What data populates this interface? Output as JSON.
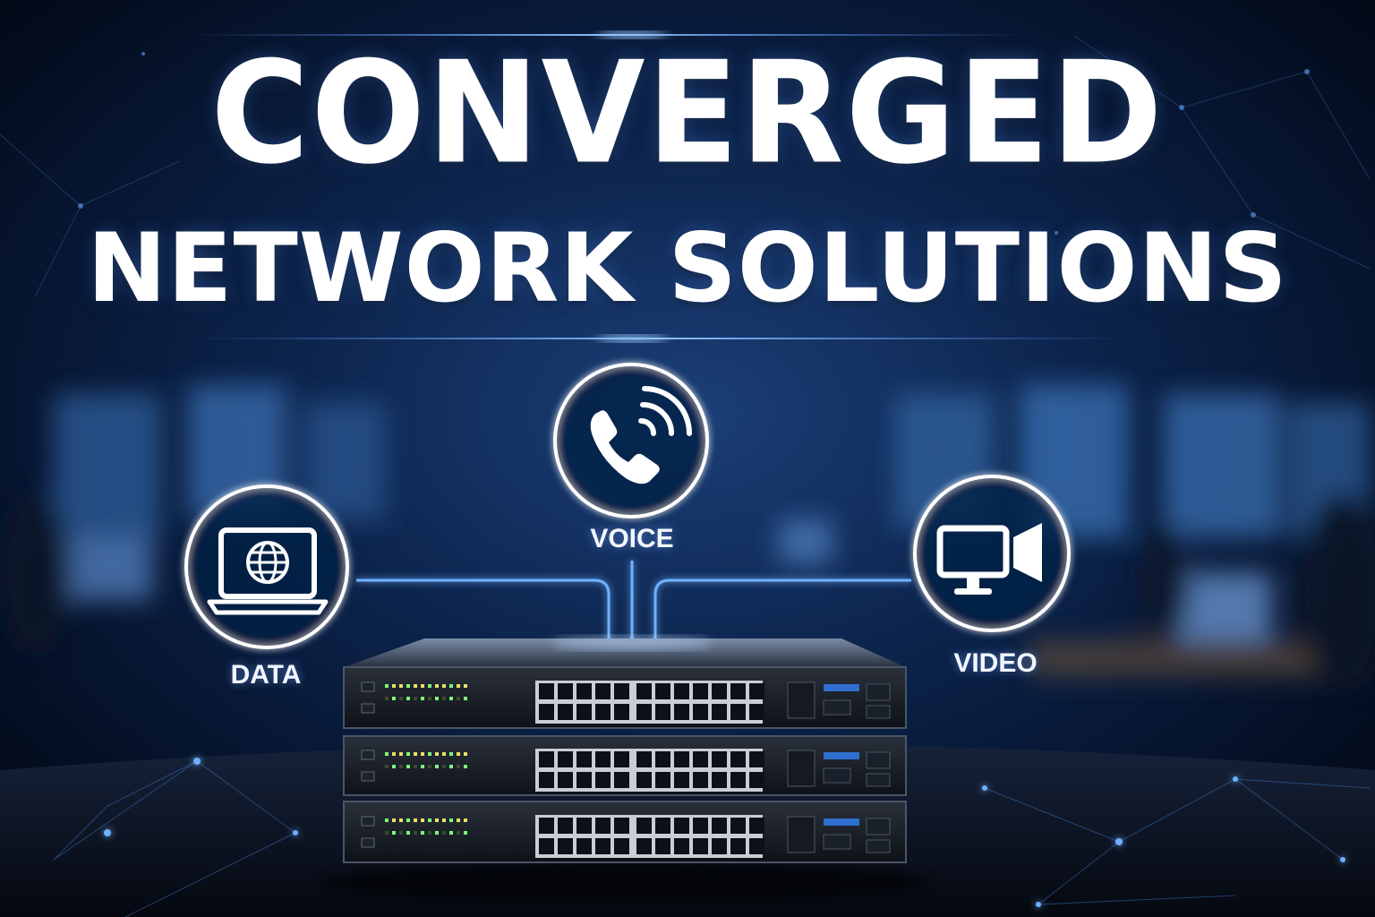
{
  "title": {
    "line1": "CONVERGED",
    "line2": "NETWORK SOLUTIONS"
  },
  "services": [
    {
      "label": "DATA",
      "icon": "laptop-globe-icon"
    },
    {
      "label": "VOICE",
      "icon": "phone-icon"
    },
    {
      "label": "VIDEO",
      "icon": "monitor-camera-icon"
    }
  ],
  "colors": {
    "background": "#030a18",
    "accent": "#3f8cff",
    "glow": "#7fb8ff",
    "text": "#ffffff"
  }
}
